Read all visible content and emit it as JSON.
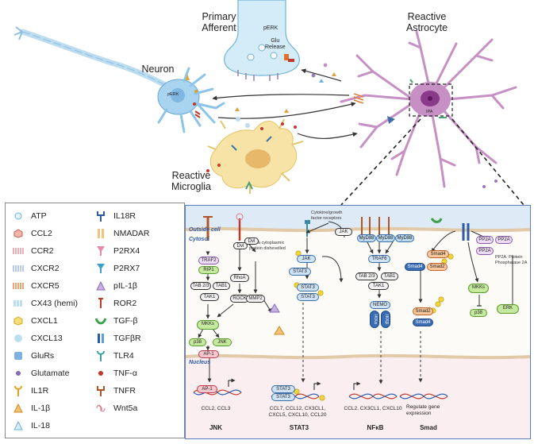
{
  "top_labels": {
    "primary_afferent": "Primary\nAfferent",
    "perk_top": "pERK",
    "glu_release": "Glu\nRelease",
    "neuron": "Neuron",
    "perk_neuron": "pERK",
    "reactive_astrocyte": "Reactive\nAstrocyte",
    "ipa": "IPA",
    "reactive_microglia": "Reactive\nMicroglia"
  },
  "legend": {
    "col1": [
      "ATP",
      "CCL2",
      "CCR2",
      "CXCR2",
      "CXCR5",
      "CX43 (hemi)",
      "CXCL1",
      "CXCL13",
      "GluRs",
      "Glutamate",
      "IL1R",
      "IL-1β",
      "IL-18"
    ],
    "col2": [
      "IL18R",
      "NMADAR",
      "P2RX4",
      "P2RX7",
      "pIL-1β",
      "ROR2",
      "TGF-β",
      "TGFβR",
      "TLR4",
      "TNF-α",
      "TNFR",
      "Wnt5a"
    ]
  },
  "panel": {
    "outside_cell": "Outside cell",
    "cytosol": "Cytosol",
    "nucleus": "Nucleus",
    "dvl_note": "Dvl: a cytoplasmic\nprotein dishevelled",
    "cytokine_note": "Cytokine/growth\nfactor receptors",
    "pp2a_note": "PP2A: Protein\nPhosphatase 2A",
    "nodes": {
      "traf2": "TRAF2",
      "rip1": "RIP1",
      "tab23_a": "TAB 2/3",
      "tab1_a": "TAB1",
      "tak1_a": "TAK1",
      "mkks_a": "MKKs",
      "p38_a": "p38",
      "jnk_a": "JNK",
      "ap1": "AP-1",
      "ap1_nuc": "AP-1",
      "dvl1": "Dvl",
      "dvl2": "Dvl",
      "rhoa": "RhoA",
      "rock": "ROCK",
      "mmp2": "MMP2",
      "jak1": "JAK",
      "jak2": "JAK",
      "stat3_a": "STAT3",
      "stat3_b": "STAT3",
      "stat3_c": "STAT3",
      "stat3_d": "STAT3",
      "stat3_e": "STAT3",
      "myd88_1": "MyD88",
      "myd88_2": "MyD88",
      "myd88_3": "MyD88",
      "traf6": "TRAF6",
      "tab23_b": "TAB 2/3",
      "tab1_b": "TAB1",
      "tak1_b": "TAK1",
      "nemo": "NEMO",
      "ikka": "IKKα",
      "ikkb": "IKKβ",
      "smad4_top": "Smad4",
      "smad4_mid": "Smad4",
      "smad2_mid": "Smad2",
      "smad2_low": "Smad2",
      "smad4_low": "Smad4",
      "pp2a_1": "PP2A",
      "pp2a_2": "PP2A",
      "pp2a_3": "PP2A",
      "mkks_b": "MKKs",
      "p38_b": "p38",
      "erk": "ERK",
      "p": "P"
    },
    "genes": {
      "jnk": "CCL2, CCL3",
      "stat3": "CCL7, CCL12, CX3CL1,\nCXCL5, CXCL10, CCL20",
      "nfkb": "CCL2, CX3CL1, CXCL10",
      "smad": "Regulate  gene\nexpression"
    },
    "pathways": [
      "JNK",
      "STAT3",
      "NFκB",
      "Smad"
    ]
  },
  "colors": {
    "neuron": "#a8d4f0",
    "astrocyte": "#c690c4",
    "microglia": "#f7e3a6",
    "panel_border": "#5a7fbf",
    "outside_band": "#dfeaf7",
    "nucleus_band": "#fbeef1",
    "arrow": "#333333"
  }
}
